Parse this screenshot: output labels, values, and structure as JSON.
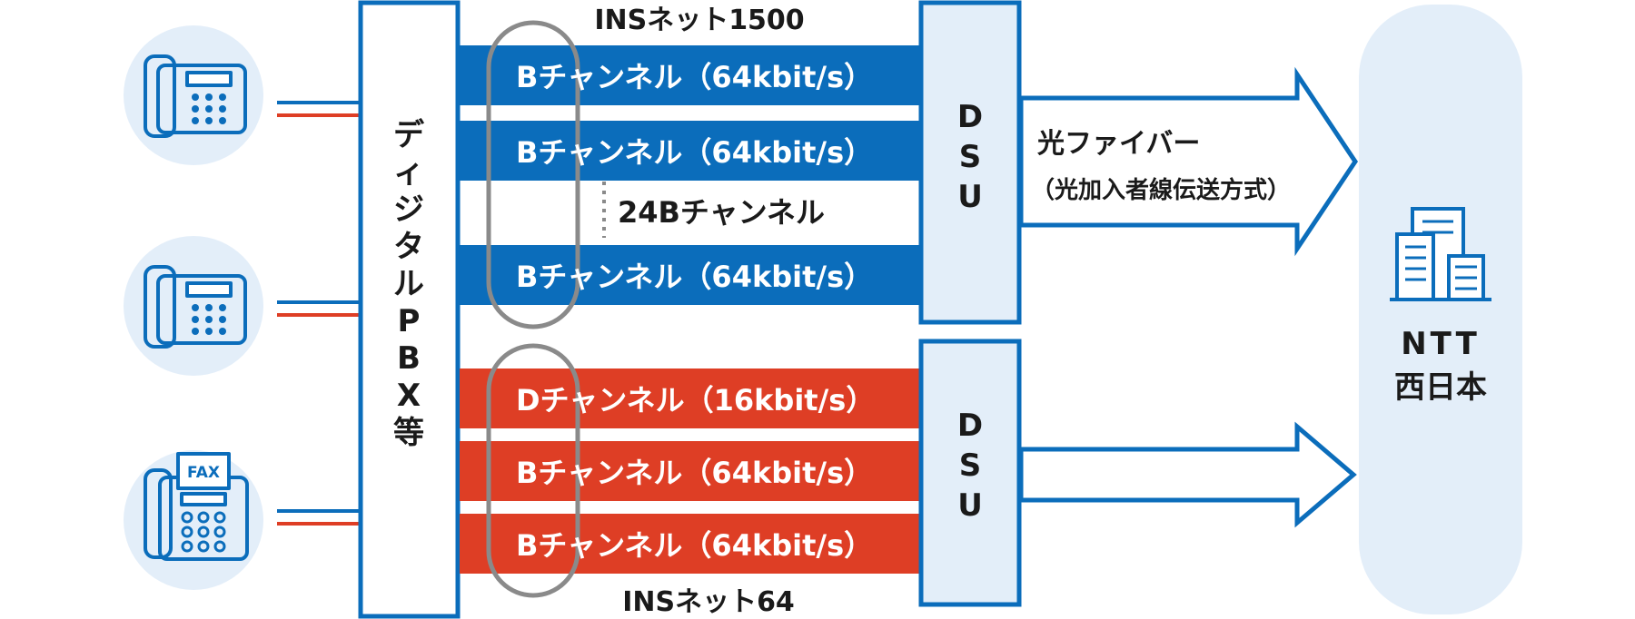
{
  "colors": {
    "blue": "#0B6DBB",
    "red": "#DE3E25",
    "light_blue": "#E3EEF9",
    "circle_bg": "#E3EEF9",
    "gray": "#8A8A8A",
    "white": "#FFFFFF",
    "text_dark": "#1A1A1A"
  },
  "devices": [
    {
      "type": "telephone",
      "icon": "telephone-icon"
    },
    {
      "type": "telephone",
      "icon": "telephone-icon"
    },
    {
      "type": "fax",
      "icon": "fax-icon",
      "label": "FAX"
    }
  ],
  "pbx": {
    "label": "ディジタルPBX等"
  },
  "ins1500": {
    "label": "INSネット1500",
    "channels": [
      "Bチャンネル（64kbit/s）",
      "Bチャンネル（64kbit/s）",
      "Bチャンネル（64kbit/s）"
    ],
    "count_label": "24Bチャンネル"
  },
  "ins64": {
    "label": "INSネット64",
    "channels": [
      "Dチャンネル（16kbit/s）",
      "Bチャンネル（64kbit/s）",
      "Bチャンネル（64kbit/s）"
    ]
  },
  "dsu": [
    "DSU",
    "DSU"
  ],
  "fiber": {
    "line1": "光ファイバー",
    "line2": "（光加入者線伝送方式）"
  },
  "ntt": {
    "line1": "NTT",
    "line2": "西日本",
    "icon": "building-icon"
  }
}
